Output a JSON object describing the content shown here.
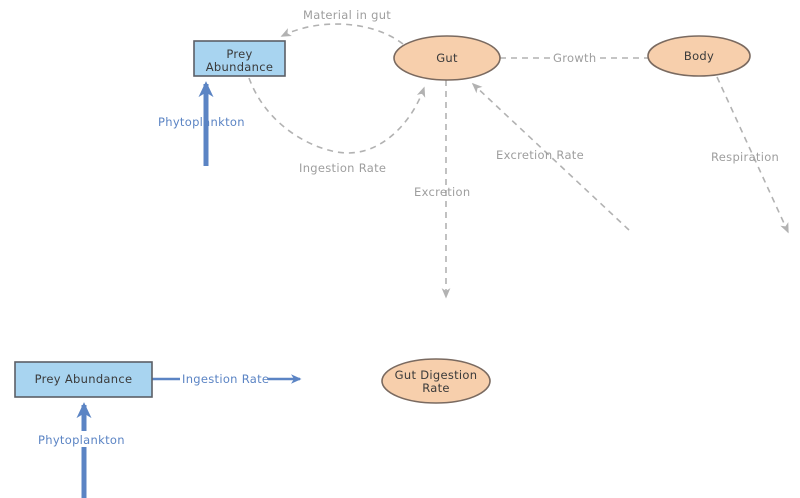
{
  "diagram": {
    "background_color": "#ffffff",
    "palette": {
      "box_fill": "#a8d4f0",
      "box_stroke": "#5b5f66",
      "ellipse_fill": "#f7cfac",
      "ellipse_stroke": "#7a6a60",
      "dashed_edge": "#b2b2b2",
      "blue_edge": "#5b84c4",
      "node_text": "#3a3a3a",
      "edge_text": "#9e9e9e"
    },
    "top_section": {
      "nodes": [
        {
          "id": "prey-abundance",
          "shape": "box",
          "line1": "Prey",
          "line2": "Abundance"
        },
        {
          "id": "gut",
          "shape": "ellipse",
          "line1": "Gut",
          "line2": ""
        },
        {
          "id": "body",
          "shape": "ellipse",
          "line1": "Body",
          "line2": ""
        }
      ],
      "edges": [
        {
          "id": "material-in-gut",
          "label": "Material in gut",
          "style": "dashed",
          "from": "gut",
          "to": "prey-abundance"
        },
        {
          "id": "ingestion-rate",
          "label": "Ingestion Rate",
          "style": "dashed",
          "from": "prey-abundance",
          "to": "gut"
        },
        {
          "id": "growth",
          "label": "Growth",
          "style": "dashed",
          "from": "gut",
          "to": "body"
        },
        {
          "id": "excretion",
          "label": "Excretion",
          "style": "dashed",
          "from": "gut",
          "to": ""
        },
        {
          "id": "excretion-rate",
          "label": "Excretion Rate",
          "style": "dashed",
          "from": "",
          "to": "gut"
        },
        {
          "id": "respiration",
          "label": "Respiration",
          "style": "dashed",
          "from": "body",
          "to": ""
        },
        {
          "id": "phytoplankton-top",
          "label": "Phytoplankton",
          "style": "solid-blue",
          "from": "",
          "to": "prey-abundance"
        }
      ]
    },
    "bottom_section": {
      "nodes": [
        {
          "id": "prey-abundance-bottom",
          "shape": "box",
          "line1": "Prey Abundance",
          "line2": ""
        },
        {
          "id": "gut-digestion-rate",
          "shape": "ellipse",
          "line1": "Gut Digestion",
          "line2": "Rate"
        }
      ],
      "edges": [
        {
          "id": "ingestion-rate-bottom",
          "label": "Ingestion Rate",
          "style": "solid-blue",
          "from": "prey-abundance-bottom",
          "to": ""
        },
        {
          "id": "phytoplankton-bottom",
          "label": "Phytoplankton",
          "style": "solid-blue",
          "from": "",
          "to": "prey-abundance-bottom"
        }
      ]
    }
  }
}
